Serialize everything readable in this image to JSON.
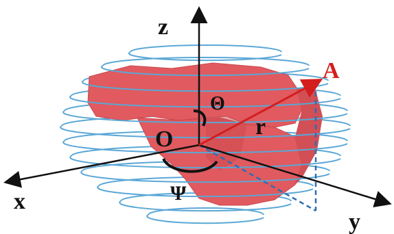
{
  "labels": {
    "z": "z",
    "x": "x",
    "y": "y",
    "origin": "O",
    "point": "A",
    "radius": "r",
    "theta": "Θ",
    "psi": "Ψ"
  },
  "colors": {
    "body": "#e05a5f",
    "body_shade": "#c9484e",
    "coil": "#5aa7d6",
    "vector": "#d41e1e",
    "axis": "#111111",
    "projection": "#2f6db3"
  }
}
